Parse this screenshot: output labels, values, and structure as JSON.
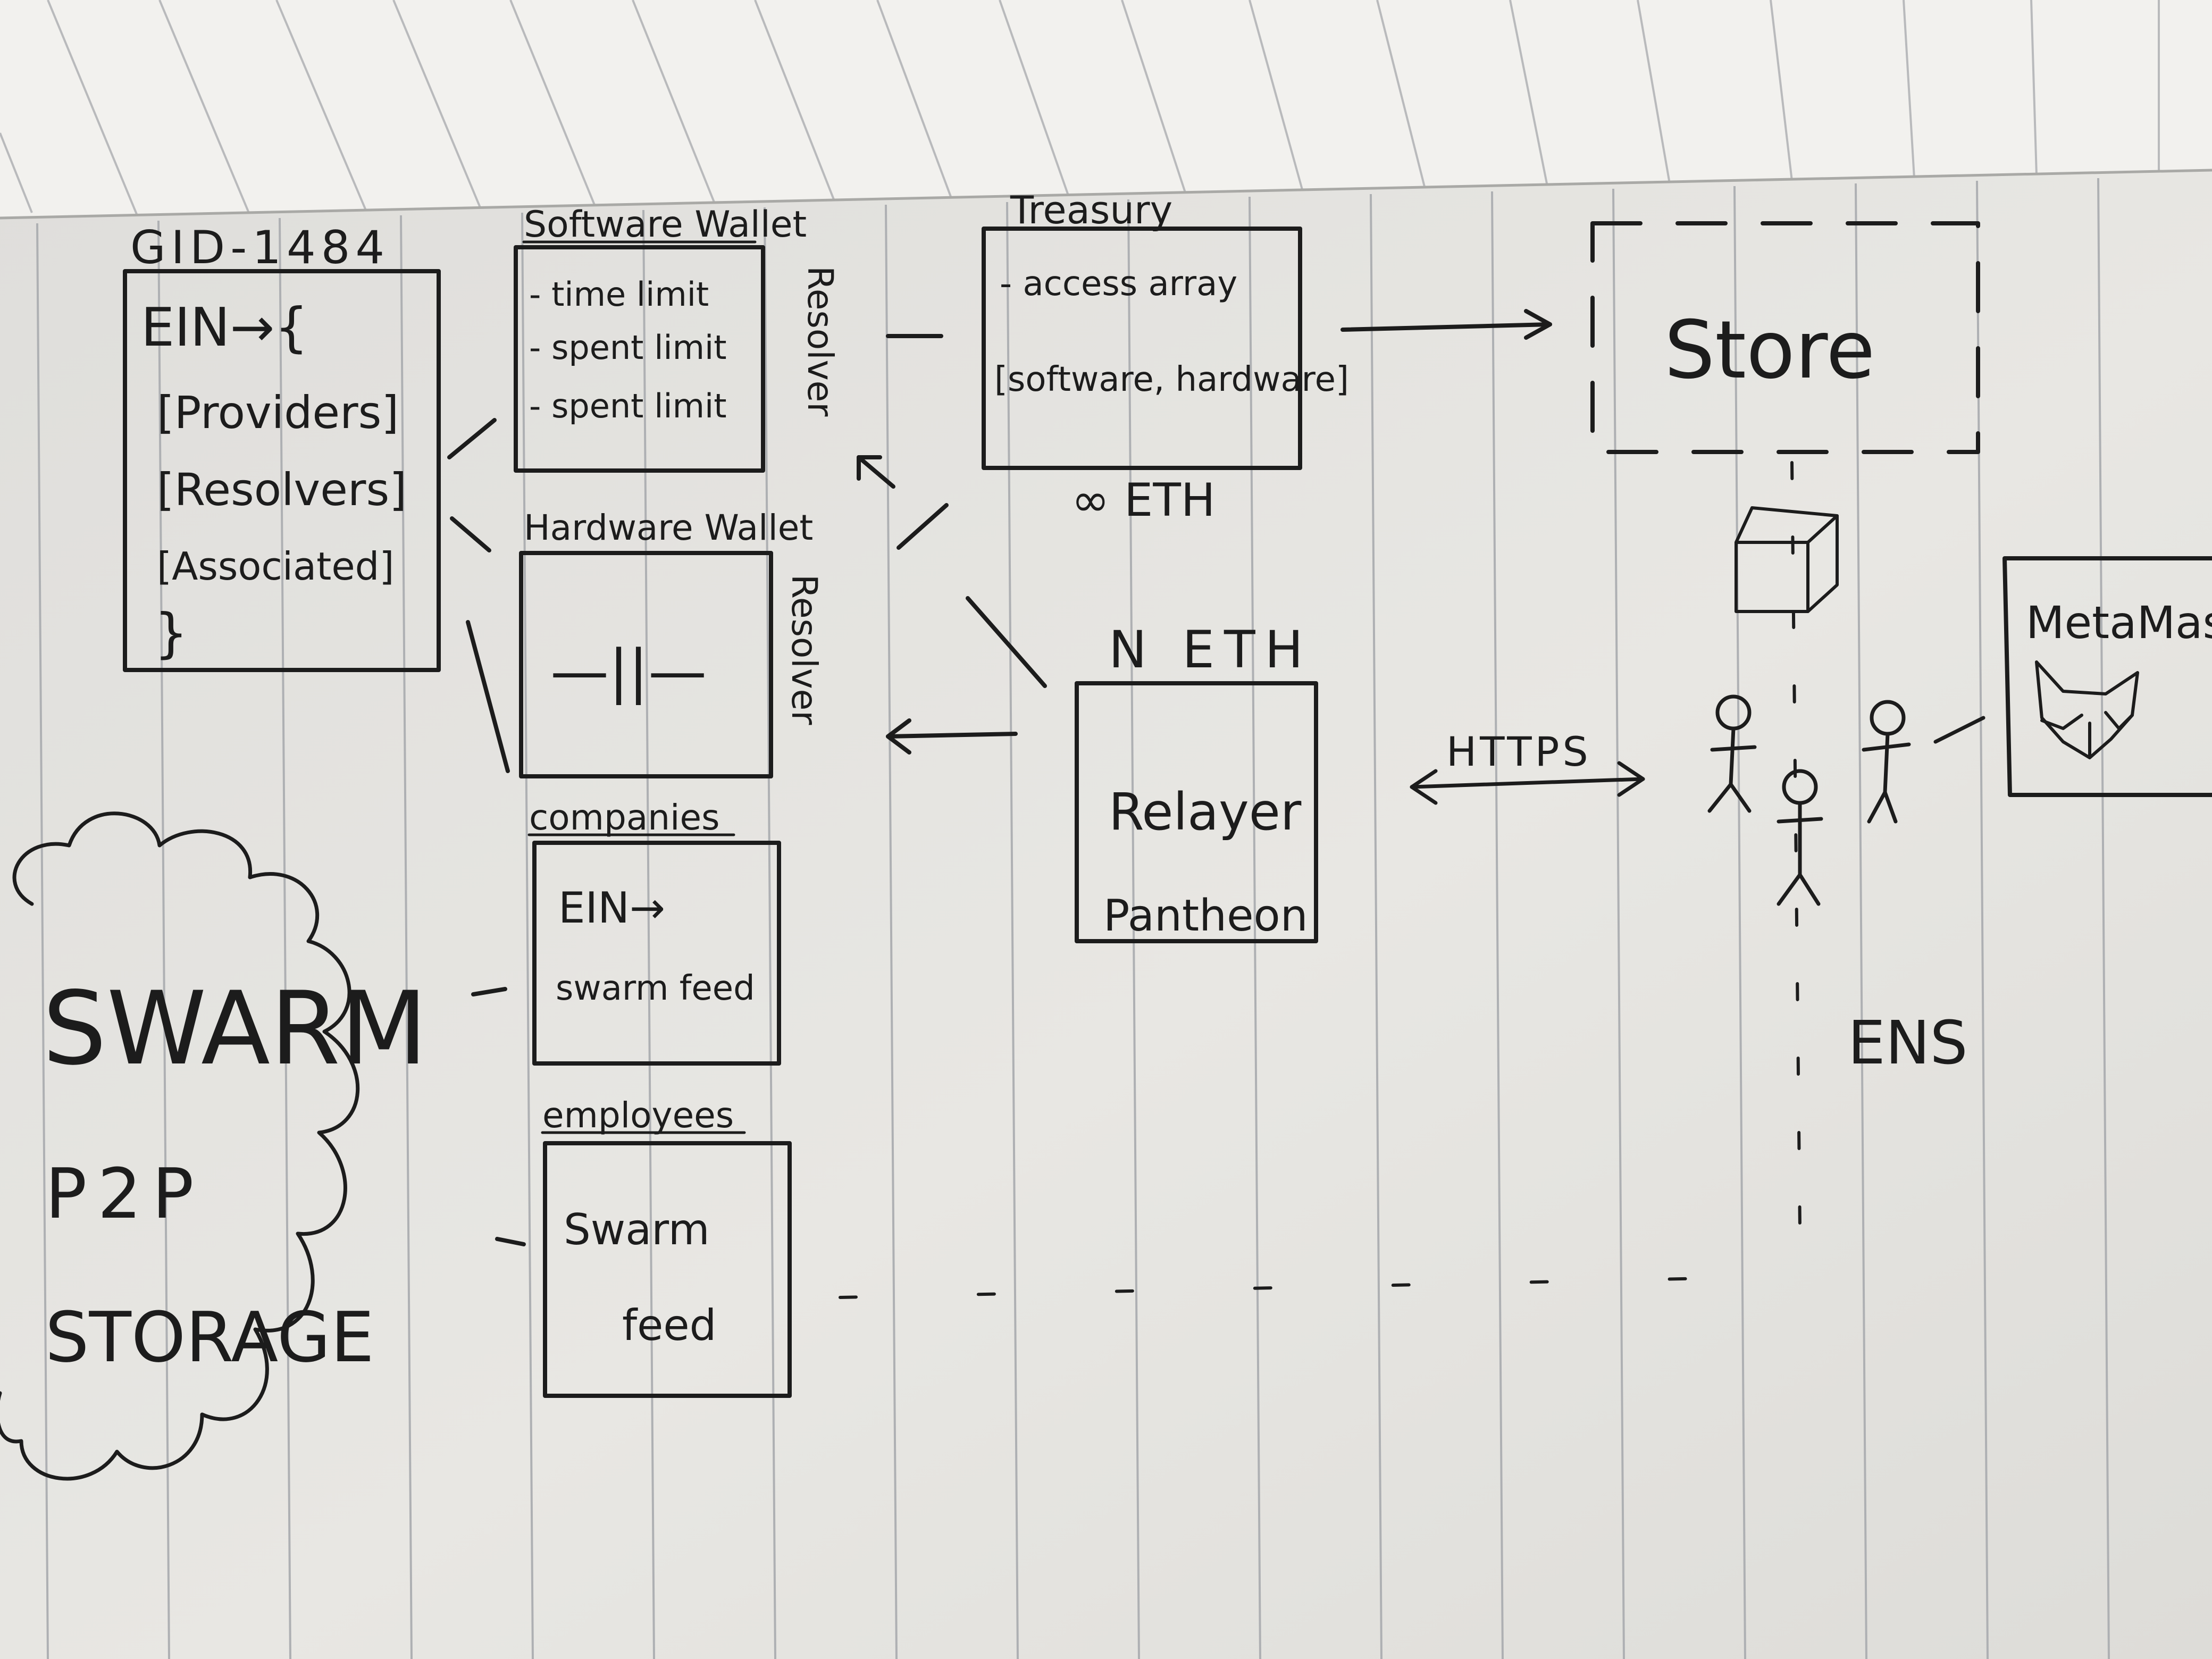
{
  "gid": {
    "title": "GID-1484",
    "lines": [
      "EIN→{",
      "[Providers]",
      "[Resolvers]",
      "[Associated]",
      "}"
    ]
  },
  "software_wallet": {
    "title": "Software Wallet",
    "lines": [
      "- time limit",
      "- spent limit",
      "- spent limit"
    ]
  },
  "hardware_wallet": {
    "title": "Hardware Wallet",
    "body": "—||—"
  },
  "resolver_labels": [
    "Resolver",
    "Resolver"
  ],
  "treasury": {
    "title": "Treasury",
    "lines": [
      "- access array",
      "[software, hardware]"
    ],
    "footer": "∞ ETH"
  },
  "store": {
    "label": "Store"
  },
  "relayer": {
    "header": "N ETH",
    "lines": [
      "Relayer",
      "Pantheon"
    ]
  },
  "https_label": "HTTPS",
  "metamask": {
    "label": "MetaMask"
  },
  "ens_label": "ENS",
  "companies": {
    "title": "companies",
    "lines": [
      "EIN→",
      "swarm feed"
    ]
  },
  "employees": {
    "title": "employees",
    "lines": [
      "Swarm",
      "feed"
    ]
  },
  "swarm_cloud": {
    "lines": [
      "SWARM",
      "P2P",
      "STORAGE"
    ]
  },
  "colors": {
    "ink": "#1c1c1c",
    "paper": "#e6e5e1",
    "rule": "#aeb0b3"
  },
  "icons": [
    "cube-icon",
    "fox-icon",
    "stick-figure-icon"
  ]
}
